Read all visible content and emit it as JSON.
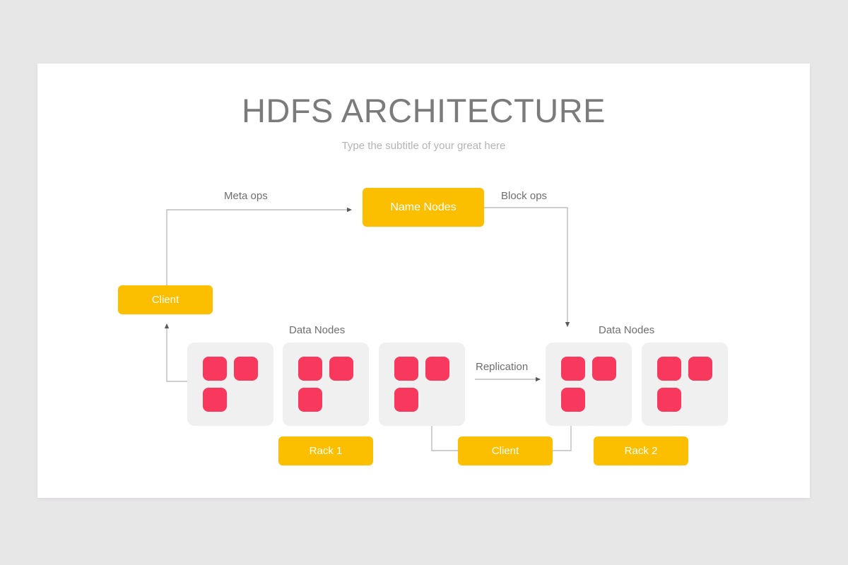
{
  "slide": {
    "title": "HDFS ARCHITECTURE",
    "subtitle": "Type the subtitle of your great here",
    "background_color": "#e8e7e8",
    "canvas_color": "#ffffff"
  },
  "palette": {
    "amber": "#fbbf00",
    "crimson": "#f8385c",
    "rack_gray": "#f0f0f0",
    "text_gray": "#6e6e6e",
    "title_gray": "#7b7b7b",
    "subtitle_gray": "#b4b4b4",
    "wire_gray": "#bdbdbd",
    "arrow_gray": "#5a5a5a"
  },
  "nodes": {
    "name_nodes": "Name Nodes",
    "client_left": "Client",
    "client_bottom": "Client",
    "rack_1": "Rack 1",
    "rack_2": "Rack 2"
  },
  "captions": {
    "meta_ops": "Meta ops",
    "block_ops": "Block ops",
    "replication": "Replication",
    "data_nodes_left": "Data Nodes",
    "data_nodes_right": "Data Nodes"
  },
  "racks": [
    {
      "id": "rack-1",
      "group": "left",
      "blocks": 3
    },
    {
      "id": "rack-2",
      "group": "left",
      "blocks": 3
    },
    {
      "id": "rack-3",
      "group": "left",
      "blocks": 3
    },
    {
      "id": "rack-4",
      "group": "right",
      "blocks": 3
    },
    {
      "id": "rack-5",
      "group": "right",
      "blocks": 3
    }
  ],
  "connections": [
    {
      "from": "client-left",
      "to": "name-nodes",
      "label": "Meta ops",
      "arrow": "right"
    },
    {
      "from": "name-nodes",
      "to": "data-nodes-right",
      "label": "Block ops",
      "arrow": "down"
    },
    {
      "from": "rack-1",
      "to": "client-left",
      "label": "",
      "arrow": "up"
    },
    {
      "from": "rack-3",
      "to": "rack-4",
      "label": "Replication",
      "arrow": "right"
    },
    {
      "from": "client-bottom",
      "to": "rack-3",
      "label": "",
      "arrow": "up"
    },
    {
      "from": "client-bottom",
      "to": "rack-4",
      "label": "",
      "arrow": "up"
    }
  ]
}
